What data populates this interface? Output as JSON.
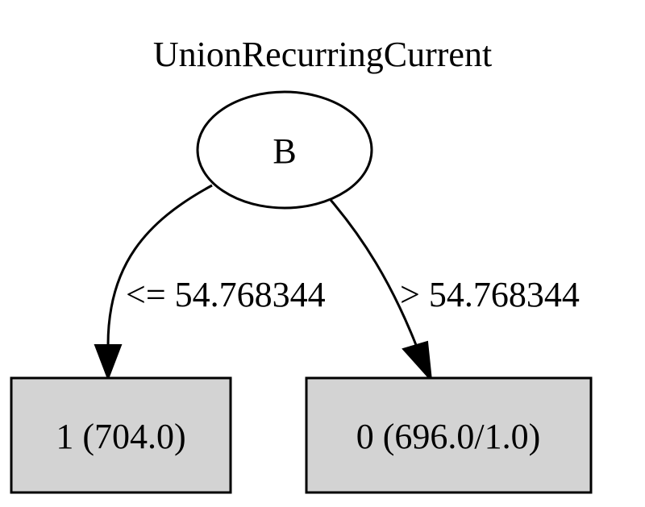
{
  "title": "UnionRecurringCurrent",
  "colors": {
    "leaf_fill": "#d3d3d3",
    "stroke": "#000000",
    "background": "#ffffff"
  },
  "root": {
    "label": "B",
    "shape": "ellipse"
  },
  "edges": [
    {
      "label": "<= 54.768344",
      "target": "left_leaf"
    },
    {
      "label": "> 54.768344",
      "target": "right_leaf"
    }
  ],
  "leaves": {
    "left": {
      "label": "1 (704.0)",
      "shape": "box"
    },
    "right": {
      "label": "0 (696.0/1.0)",
      "shape": "box"
    }
  }
}
